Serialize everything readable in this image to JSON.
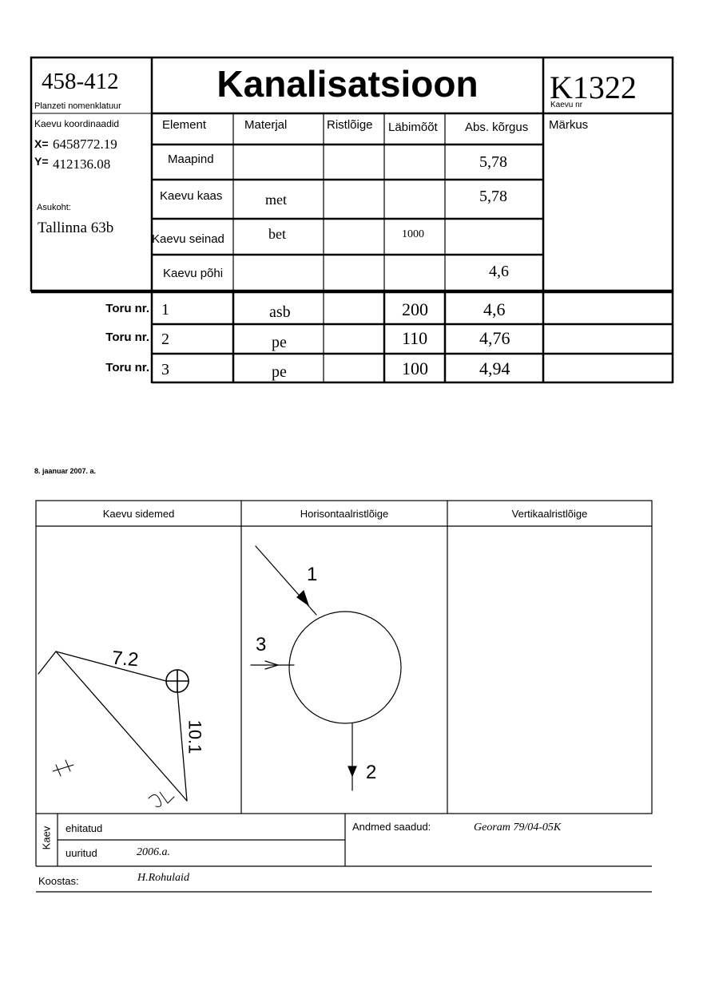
{
  "header": {
    "planzet_value": "458-412",
    "planzet_label": "Planzeti nomenklatuur",
    "title": "Kanalisatsioon",
    "kaevu_value": "K1322",
    "kaevu_label": "Kaevu nr"
  },
  "coords": {
    "label": "Kaevu koordinaadid",
    "x_label": "X=",
    "x_value": "6458772.19",
    "y_label": "Y=",
    "y_value": "412136.08",
    "location_label": "Asukoht:",
    "location_value": "Tallinna 63b"
  },
  "table": {
    "columns": [
      "Element",
      "Materjal",
      "Ristlõige",
      "Läbimõõt",
      "Abs. kõrgus",
      "Märkus"
    ],
    "rows": [
      {
        "element": "Maapind",
        "material": "",
        "cross": "",
        "diameter": "",
        "height": "5,78"
      },
      {
        "element": "Kaevu kaas",
        "material": "met",
        "cross": "",
        "diameter": "",
        "height": "5,78"
      },
      {
        "element": "Kaevu seinad",
        "material": "bet",
        "cross": "",
        "diameter": "1000",
        "height": ""
      },
      {
        "element": "Kaevu põhi",
        "material": "",
        "cross": "",
        "diameter": "",
        "height": "4,6"
      }
    ],
    "pipe_label": "Toru nr.",
    "pipes": [
      {
        "nr": "1",
        "material": "asb",
        "diameter": "200",
        "height": "4,6"
      },
      {
        "nr": "2",
        "material": "pe",
        "diameter": "110",
        "height": "4,76"
      },
      {
        "nr": "3",
        "material": "pe",
        "diameter": "100",
        "height": "4,94"
      }
    ]
  },
  "date": "8. jaanuar 2007. a.",
  "sketch": {
    "col1": "Kaevu sidemed",
    "col2": "Horisontaalristlõige",
    "col3": "Vertikaalristlõige",
    "dim_top": "7.2",
    "dim_right": "10.1",
    "mark_left": "H",
    "mark_bottom": "3L",
    "pipe_1": "1",
    "pipe_2": "2",
    "pipe_3": "3"
  },
  "footer": {
    "kaev": "Kaev",
    "ehitatud": "ehitatud",
    "uuritud": "uuritud",
    "uuritud_value": "2006.a.",
    "andmed_label": "Andmed saadud:",
    "andmed_value": "Georam 79/04-05K",
    "koostas_label": "Koostas:",
    "koostas_value": "H.Rohulaid"
  }
}
